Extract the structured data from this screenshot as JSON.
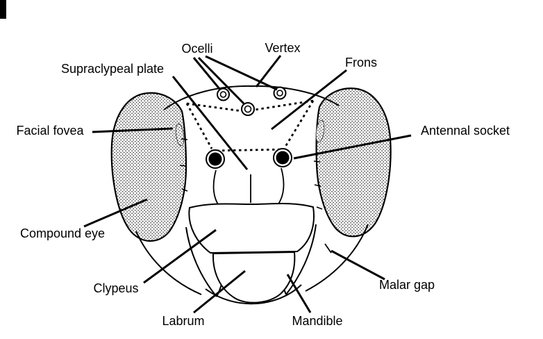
{
  "figure": {
    "description": "Labeled line drawing of a bee head, anterior (frontal) view, with anatomical structures indicated by leader lines",
    "background_color": "#ffffff",
    "ink_color": "#000000"
  },
  "labels": [
    {
      "id": "ocelli",
      "text": "Ocelli"
    },
    {
      "id": "vertex",
      "text": "Vertex"
    },
    {
      "id": "frons",
      "text": "Frons"
    },
    {
      "id": "supraclypeal-plate",
      "text": "Supraclypeal plate"
    },
    {
      "id": "facial-fovea",
      "text": "Facial fovea"
    },
    {
      "id": "antennal-socket",
      "text": "Antennal socket"
    },
    {
      "id": "compound-eye",
      "text": "Compound eye"
    },
    {
      "id": "malar-gap",
      "text": "Malar gap"
    },
    {
      "id": "clypeus",
      "text": "Clypeus"
    },
    {
      "id": "labrum",
      "text": "Labrum"
    },
    {
      "id": "mandible",
      "text": "Mandible"
    }
  ]
}
